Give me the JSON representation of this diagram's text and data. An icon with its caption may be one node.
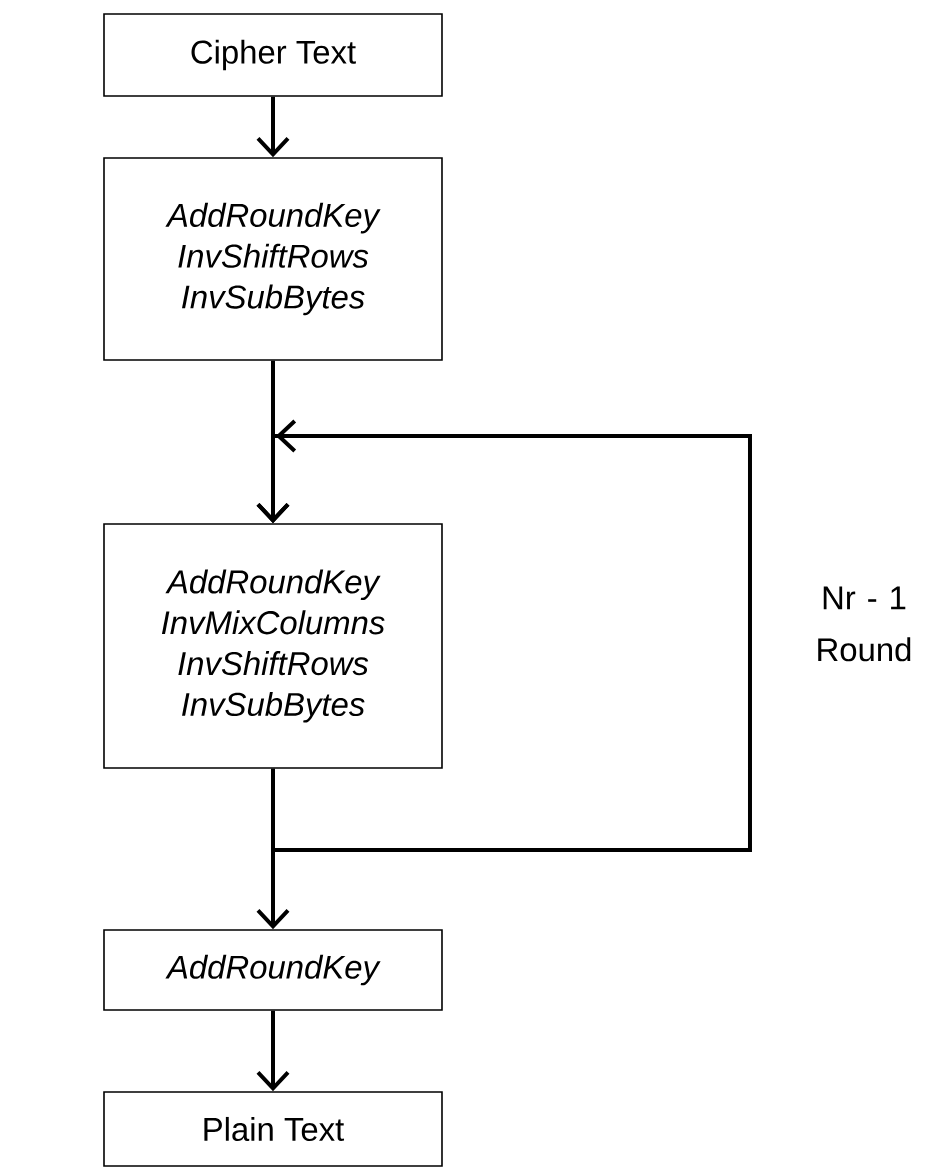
{
  "diagram": {
    "nodes": [
      {
        "text": [
          "Cipher Text"
        ]
      },
      {
        "text": [
          "AddRoundKey",
          "InvShiftRows",
          "InvSubBytes"
        ]
      },
      {
        "text": [
          "AddRoundKey",
          "InvMixColumns",
          "InvShiftRows",
          "InvSubBytes"
        ]
      },
      {
        "text": [
          "AddRoundKey"
        ]
      },
      {
        "text": [
          "Plain Text"
        ]
      }
    ],
    "edges": [
      {
        "from": 0,
        "to": 1,
        "arrow": "to"
      },
      {
        "from": 1,
        "to": 2,
        "arrow": "to"
      },
      {
        "from": 2,
        "to": 2,
        "arrow": "to",
        "label": "Nr - 1 Round"
      },
      {
        "from": 2,
        "to": 3,
        "arrow": "to"
      },
      {
        "from": 3,
        "to": 4,
        "arrow": "to"
      }
    ]
  }
}
